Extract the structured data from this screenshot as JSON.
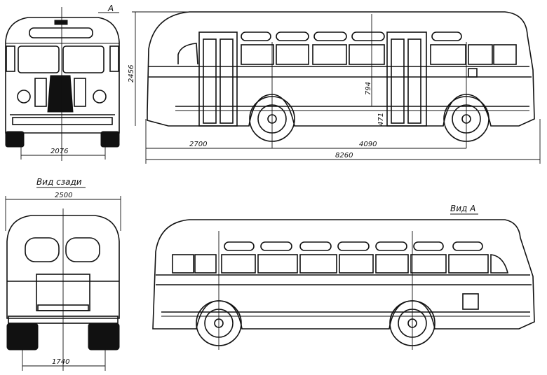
{
  "title_view_a_marker": "A",
  "dimensions": {
    "height": "2456",
    "front_track": "2076",
    "front_overhang": "2700",
    "wheelbase": "4090",
    "overall_length": "8260",
    "window_height": "794",
    "floor_height": "471",
    "overall_width": "2500",
    "rear_track": "1740"
  },
  "labels": {
    "rear_view": "Вид сзади",
    "view_a": "Вид А"
  },
  "colors": {
    "ink": "#111111",
    "paper": "#ffffff"
  }
}
